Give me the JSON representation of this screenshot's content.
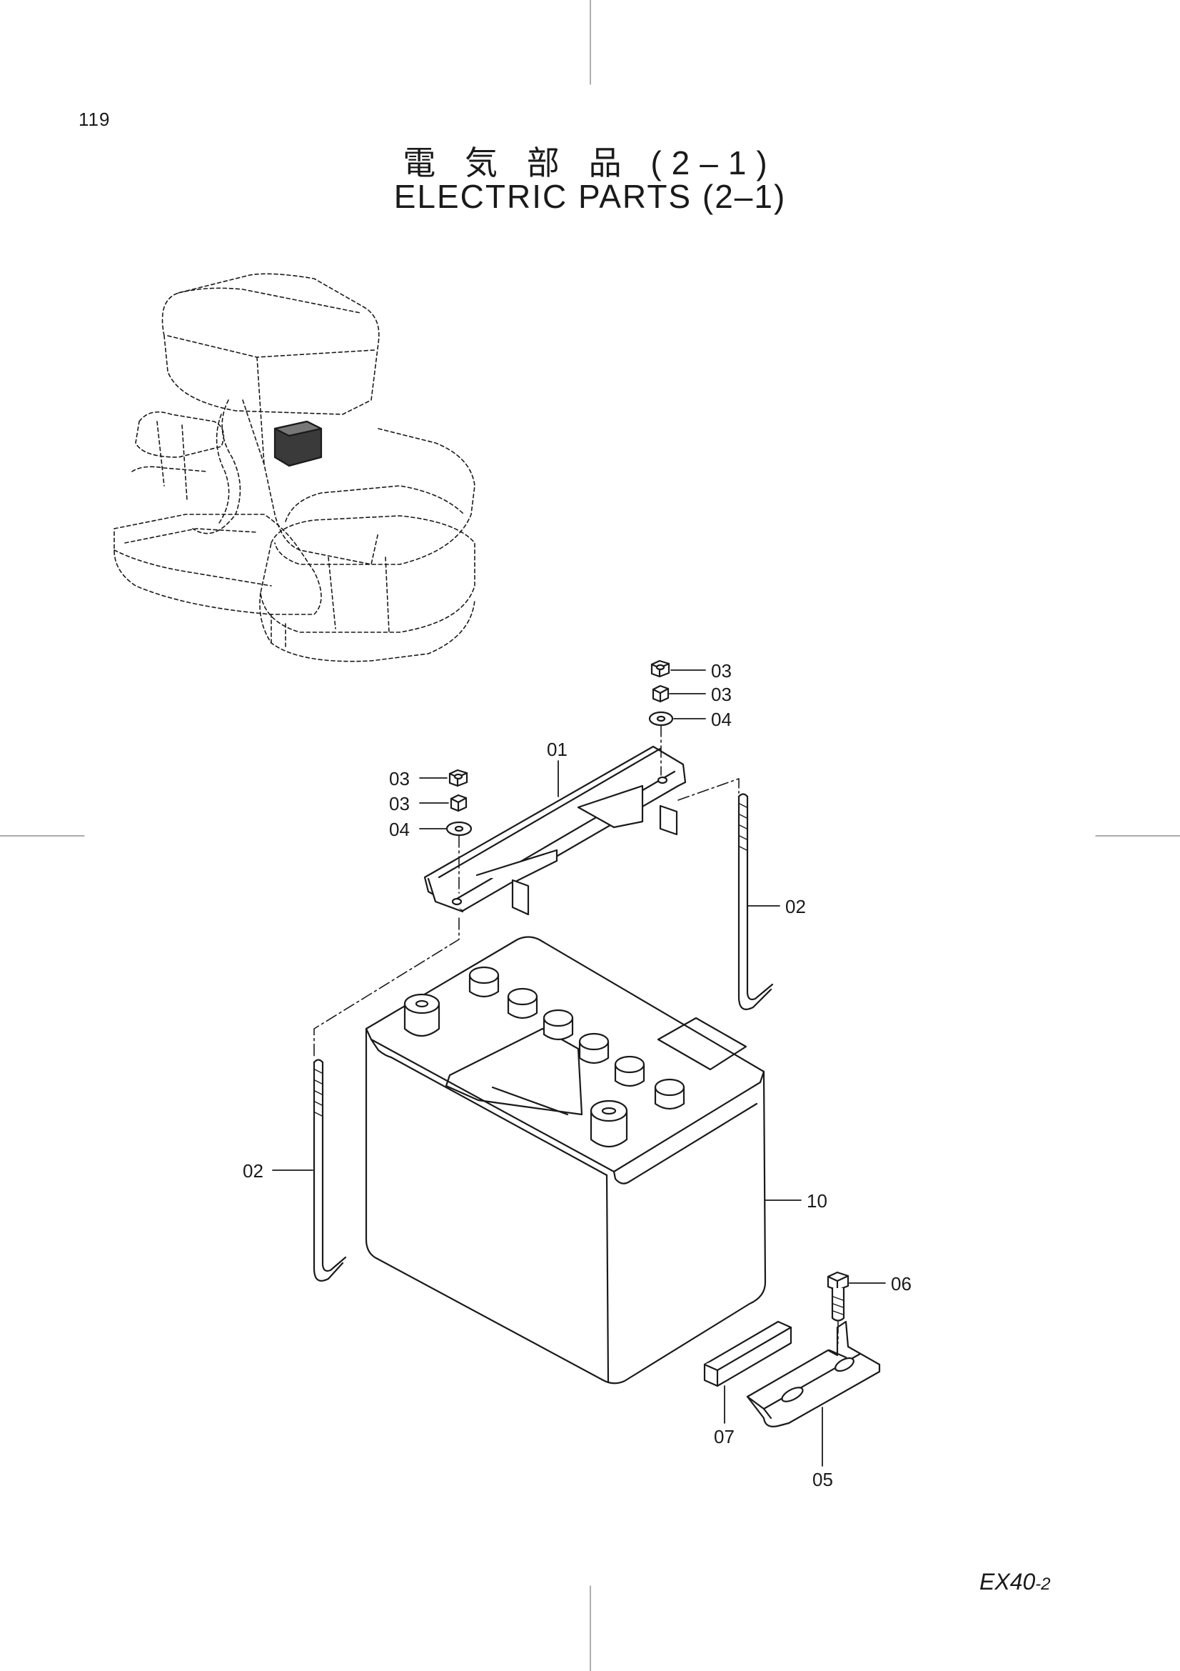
{
  "page": {
    "number": "119",
    "title_jp": "電 気 部 品 (2–1)",
    "title_en": "ELECTRIC  PARTS  (2–1)",
    "model": "EX40",
    "model_suffix": "-2"
  },
  "callouts": [
    {
      "id": "c-03-right-top",
      "label": "03"
    },
    {
      "id": "c-03-right-mid",
      "label": "03"
    },
    {
      "id": "c-04-right",
      "label": "04"
    },
    {
      "id": "c-01",
      "label": "01"
    },
    {
      "id": "c-03-left-top",
      "label": "03"
    },
    {
      "id": "c-03-left-mid",
      "label": "03"
    },
    {
      "id": "c-04-left",
      "label": "04"
    },
    {
      "id": "c-02-right",
      "label": "02"
    },
    {
      "id": "c-02-left",
      "label": "02"
    },
    {
      "id": "c-10",
      "label": "10"
    },
    {
      "id": "c-06",
      "label": "06"
    },
    {
      "id": "c-07",
      "label": "07"
    },
    {
      "id": "c-05",
      "label": "05"
    }
  ]
}
